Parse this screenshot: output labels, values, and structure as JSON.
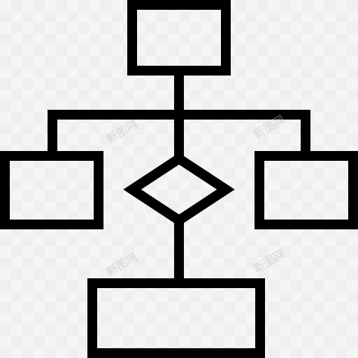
{
  "colors": {
    "stroke": "#000000",
    "background": "#f4f4f4",
    "watermark": "#c8c8c8"
  },
  "icon": {
    "name": "flowchart-icon"
  },
  "watermarks": [
    "新图网",
    "新图网",
    "新图网",
    "新图网"
  ]
}
